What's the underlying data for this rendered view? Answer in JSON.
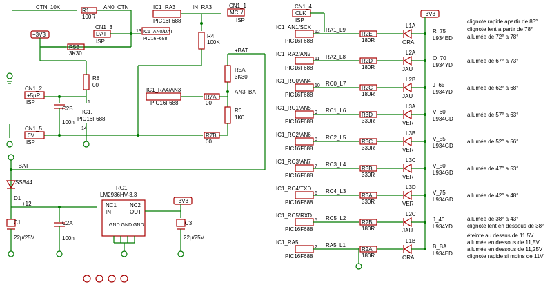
{
  "net_labels": {
    "ctn_10k": "CTN_10K",
    "an0_ctn": "AN0_CTN",
    "ic1_ra3": "IC1_RA3",
    "in_ra3": "IN_RA3",
    "pic_ra3": "PIC16F688",
    "cn1_1": "CN1_1",
    "mcl_isp": "MCL/",
    "isp_a": "ISP",
    "cn1_4": "CN1_4",
    "clk": "CLK",
    "isp_b": "ISP",
    "v3v3": "+3V3",
    "cn1_3": "CN1_3",
    "dat": "DAT",
    "isp_c": "ISP",
    "ic1_an0": "IC1_AN0/DAT",
    "pic_an0": "PIC16F688",
    "pin13": "13",
    "plus_bat": "+BAT",
    "r4": "R4",
    "r4v": "100K",
    "r5b": "R5B",
    "r5bv": "3K30",
    "r8": "R8",
    "r8v": "00",
    "r5a": "R5A",
    "r5av": "3K30",
    "cn1_2": "CN1_2",
    "plus5p": "+5µP",
    "isp_d": "ISP",
    "c2b": "C2B",
    "c2bv": "100n",
    "ic1": "IC1.",
    "pic_ic1": "PIC16F688",
    "pin1": "1",
    "pin14": "14",
    "ic1_ra4": "IC1_RA4/AN3",
    "pic_ra4": "PIC16F688",
    "r7a": "R7A",
    "r7av": "00",
    "an3_bat": "AN3_BAT",
    "r6": "R6",
    "r6v": "1K0",
    "cn1_5": "CN1_5",
    "zero_v": "0V",
    "isp_e": "ISP",
    "r7b": "R7B",
    "r7bv": "00",
    "plus_bat2": "+BAT",
    "ssb44": "SSB44",
    "d1": "D1",
    "plus12": "+12",
    "rg1": "RG1",
    "lm2936": "LM2936HV-3.3",
    "nc1": "NC1",
    "nc2": "NC2",
    "in": "IN",
    "out": "OUT",
    "gnds": "GND GND GND",
    "c1": "C1",
    "c1v": "22µ/25V",
    "c2a": "C2A",
    "c2av": "100n",
    "c3": "C3",
    "c3v": "22µ/25V",
    "v3v3b": "+3V3",
    "v3v3c": "+3V3"
  },
  "led_rows": [
    {
      "ic": "IC1_AN1/SCK",
      "pic": "PIC16F688",
      "pin": "12",
      "net": "RA1_L9",
      "r": "R2E",
      "rv": "180R",
      "led": "L1A",
      "color": "ORA",
      "out": "R_75",
      "part": "L934ED",
      "notes": [
        "clignote rapide apartir de 83°",
        "clignote lent a partir de 78°",
        "allumée de 72° a 78°"
      ]
    },
    {
      "ic": "IC1_RA2/AN2",
      "pic": "PIC16F688",
      "pin": "11",
      "net": "RA2_L8",
      "r": "R2D",
      "rv": "180R",
      "led": "L2A",
      "color": "JAU",
      "out": "O_70",
      "part": "L934YD",
      "notes": [
        "allumée de 67° a 73°"
      ]
    },
    {
      "ic": "IC1_RC0/AN4",
      "pic": "PIC16F688",
      "pin": "10",
      "net": "RC0_L7",
      "r": "R2C",
      "rv": "180R",
      "led": "L2B",
      "color": "JAU",
      "out": "J_65",
      "part": "L934YD",
      "notes": [
        "allumée de 62° a 68°"
      ]
    },
    {
      "ic": "IC1_RC1/AN5",
      "pic": "PIC16F688",
      "pin": "9",
      "net": "RC1_L6",
      "r": "R3D",
      "rv": "330R",
      "led": "L3A",
      "color": "VER",
      "out": "V_60",
      "part": "L934GD",
      "notes": [
        "allumée de 57° a 63°"
      ]
    },
    {
      "ic": "IC1_RC2/AN6",
      "pic": "PIC16F688",
      "pin": "8",
      "net": "RC2_L5",
      "r": "R3C",
      "rv": "330R",
      "led": "L3B",
      "color": "VER",
      "out": "V_55",
      "part": "L934GD",
      "notes": [
        "allumée de 52° a 56°"
      ]
    },
    {
      "ic": "IC1_RC3/AN7",
      "pic": "PIC16F688",
      "pin": "7",
      "net": "RC3_L4",
      "r": "R3B",
      "rv": "330R",
      "led": "L3C",
      "color": "VER",
      "out": "V_50",
      "part": "L934GD",
      "notes": [
        "allumée de 47° a 53°"
      ]
    },
    {
      "ic": "IC1_RC4/TXD",
      "pic": "PIC16F688",
      "pin": "6",
      "net": "RC4_L3",
      "r": "R3A",
      "rv": "330R",
      "led": "L3D",
      "color": "VER",
      "out": "V_75",
      "part": "L934GD",
      "notes": [
        "allumée de 42° a 48°"
      ]
    },
    {
      "ic": "IC1_RC5/RXD",
      "pic": "PIC16F688",
      "pin": "5",
      "net": "RC5_L2",
      "r": "R2B",
      "rv": "180R",
      "led": "L2C",
      "color": "JAU",
      "out": "J_40",
      "part": "L934YD",
      "notes": [
        "allumée de 38° a 43°",
        "clignote lent en dessous de 38°"
      ]
    },
    {
      "ic": "IC1_RA5",
      "pic": "PIC16F688",
      "pin": "2",
      "net": "RA5_L1",
      "r": "R2A",
      "rv": "180R",
      "led": "L1B",
      "color": "ORA",
      "out": "B_BA",
      "part": "L934ED",
      "notes": [
        "éteinte au dessus de 11,5V",
        "allumée en dessous de 11,5V",
        "allumée en dessous de 11,25V",
        "clignote rapide si moins de 11V"
      ]
    }
  ]
}
